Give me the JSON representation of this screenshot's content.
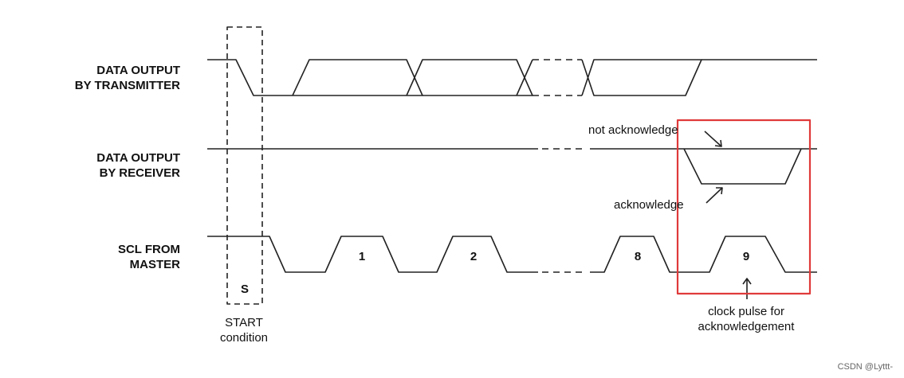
{
  "rows": {
    "transmitter": [
      "DATA OUTPUT",
      "BY TRANSMITTER"
    ],
    "receiver": [
      "DATA OUTPUT",
      "BY RECEIVER"
    ],
    "scl": [
      "SCL FROM",
      "MASTER"
    ]
  },
  "pulses": [
    "1",
    "2",
    "8",
    "9"
  ],
  "start_symbol": "S",
  "start_caption": [
    "START",
    "condition"
  ],
  "not_ack_label": "not acknowledge",
  "ack_label": "acknowledge",
  "clock_caption": [
    "clock pulse for",
    "acknowledgement"
  ],
  "watermark": "CSDN @Lyttt-",
  "colors": {
    "line": "#222222",
    "highlight": "#e03a3a"
  }
}
